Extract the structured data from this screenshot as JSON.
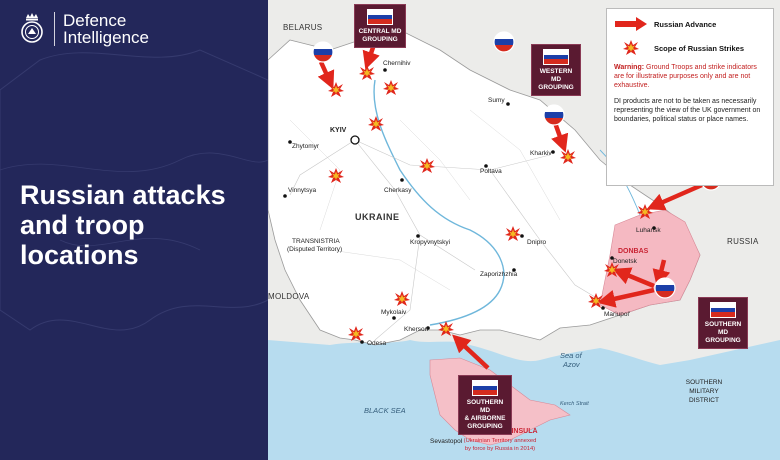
{
  "brand": {
    "line1": "Defence",
    "line2": "Intelligence"
  },
  "panel": {
    "title": "Russian attacks and troop locations"
  },
  "legend": {
    "advance_label": "Russian Advance",
    "strikes_label": "Scope of Russian Strikes",
    "warning_lead": "Warning:",
    "warning_text": " Ground Troops and strike indicators are for illustrative purposes only and are not exhaustive.",
    "disclaimer": "DI products are not to be taken as necessarily representing the view of the UK government on boundaries, political status or place names."
  },
  "groupings": {
    "central": [
      "CENTRAL MD",
      "GROUPING"
    ],
    "western": [
      "WESTERN MD",
      "GROUPING"
    ],
    "southern": [
      "SOUTHERN MD",
      "GROUPING"
    ],
    "southern_airborne": [
      "SOUTHERN MD",
      "& AIRBORNE",
      "GROUPING"
    ]
  },
  "map": {
    "countries": {
      "belarus": "BELARUS",
      "ukraine": "UKRAINE",
      "russia": "RUSSIA",
      "moldova": "MOLDOVA",
      "transnistria": "TRANSNISTRIA",
      "transnistria_sub": "(Disputed Territory)",
      "southern_military_district": [
        "SOUTHERN",
        "MILITARY",
        "DISTRICT"
      ],
      "donbas": "DONBAS"
    },
    "crimea": {
      "title": "CRIMEAN PENINSULA",
      "sub1": "(Ukrainian Territory annexed",
      "sub2": "by force by Russia in 2014)"
    },
    "seas": {
      "black_sea": "BLACK SEA",
      "azov1": "Sea of",
      "azov2": "Azov",
      "kerch": "Kerch Strait"
    },
    "cities": {
      "chernihiv": "Chernihiv",
      "sumy": "Sumy",
      "kyiv": "KYIV",
      "zhytomyr": "Zhytomyr",
      "kharkiv": "Kharkiv",
      "poltava": "Poltava",
      "cherkasy": "Cherkasy",
      "vinnytsya": "Vinnytsya",
      "kropyvnytskyi": "Kropyvnytskyi",
      "dnipro": "Dnipro",
      "luhansk": "Luhansk",
      "donetsk": "Donetsk",
      "zaporizhzhia": "Zaporizhzhia",
      "mariupol": "Mariupol'",
      "mykolaiv": "Mykolaiv",
      "kherson": "Kherson",
      "odesa": "Odesa",
      "sevastopol": "Sevastopol"
    }
  },
  "colors": {
    "panel": "#23275a",
    "land": "#ffffff",
    "sea": "#b7dcef",
    "neighbour": "#ececea",
    "donbas": "#f5b9c2",
    "crimea": "#f5c0c8",
    "arrow": "#e1261c",
    "group_badge": "#5a1a31"
  }
}
